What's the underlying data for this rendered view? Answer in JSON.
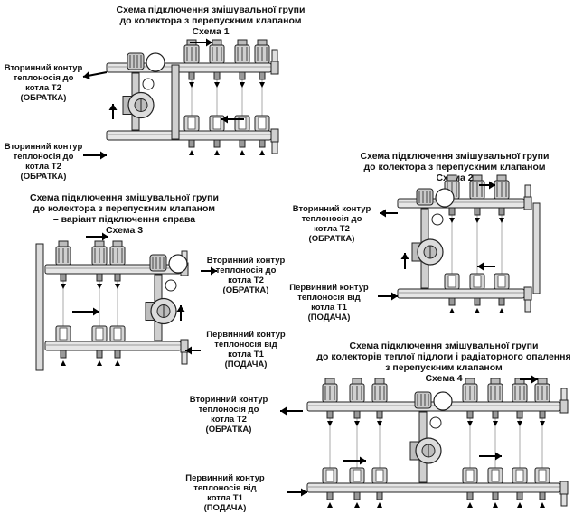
{
  "schemes": [
    {
      "title": [
        "Схема підключення змішувальної групи",
        "до колектора з перепускним клапаном",
        "Схема 1"
      ],
      "labels": {
        "upper": [
          "Вторинний контур",
          "теплоносія до",
          "котла Т2",
          "(ОБРАТКА)"
        ],
        "lower": [
          "Вторинний контур",
          "теплоносія до",
          "котла Т2",
          "(ОБРАТКА)"
        ]
      }
    },
    {
      "title": [
        "Схема підключення змішувальної групи",
        "до колектора з перепускним клапаном",
        "Схема 2"
      ],
      "labels": {
        "upper": [
          "Вторинний контур",
          "теплоносія до",
          "котла Т2",
          "(ОБРАТКА)"
        ],
        "lower": [
          "Первинний контур",
          "теплоносія від",
          "котла Т1",
          "(ПОДАЧА)"
        ]
      }
    },
    {
      "title": [
        "Схема підключення змішувальної групи",
        "до колектора з перепускним клапаном",
        "– варіант підключення справа",
        "Схема 3"
      ],
      "labels": {
        "upper": [
          "Вторинний контур",
          "теплоносія до",
          "котла Т2",
          "(ОБРАТКА)"
        ],
        "lower": [
          "Первинний контур",
          "теплоносія від",
          "котла Т1",
          "(ПОДАЧА)"
        ]
      }
    },
    {
      "title": [
        "Схема підключення змішувальної групи",
        "до колекторів теплої підлоги і радіаторного опалення",
        "з перепускним клапаном",
        "Схема 4"
      ],
      "labels": {
        "upper": [
          "Вторинний контур",
          "теплоносія до",
          "котла Т2",
          "(ОБРАТКА)"
        ],
        "lower": [
          "Первинний контур",
          "теплоносія від",
          "котла Т1",
          "(ПОДАЧА)"
        ]
      }
    }
  ]
}
